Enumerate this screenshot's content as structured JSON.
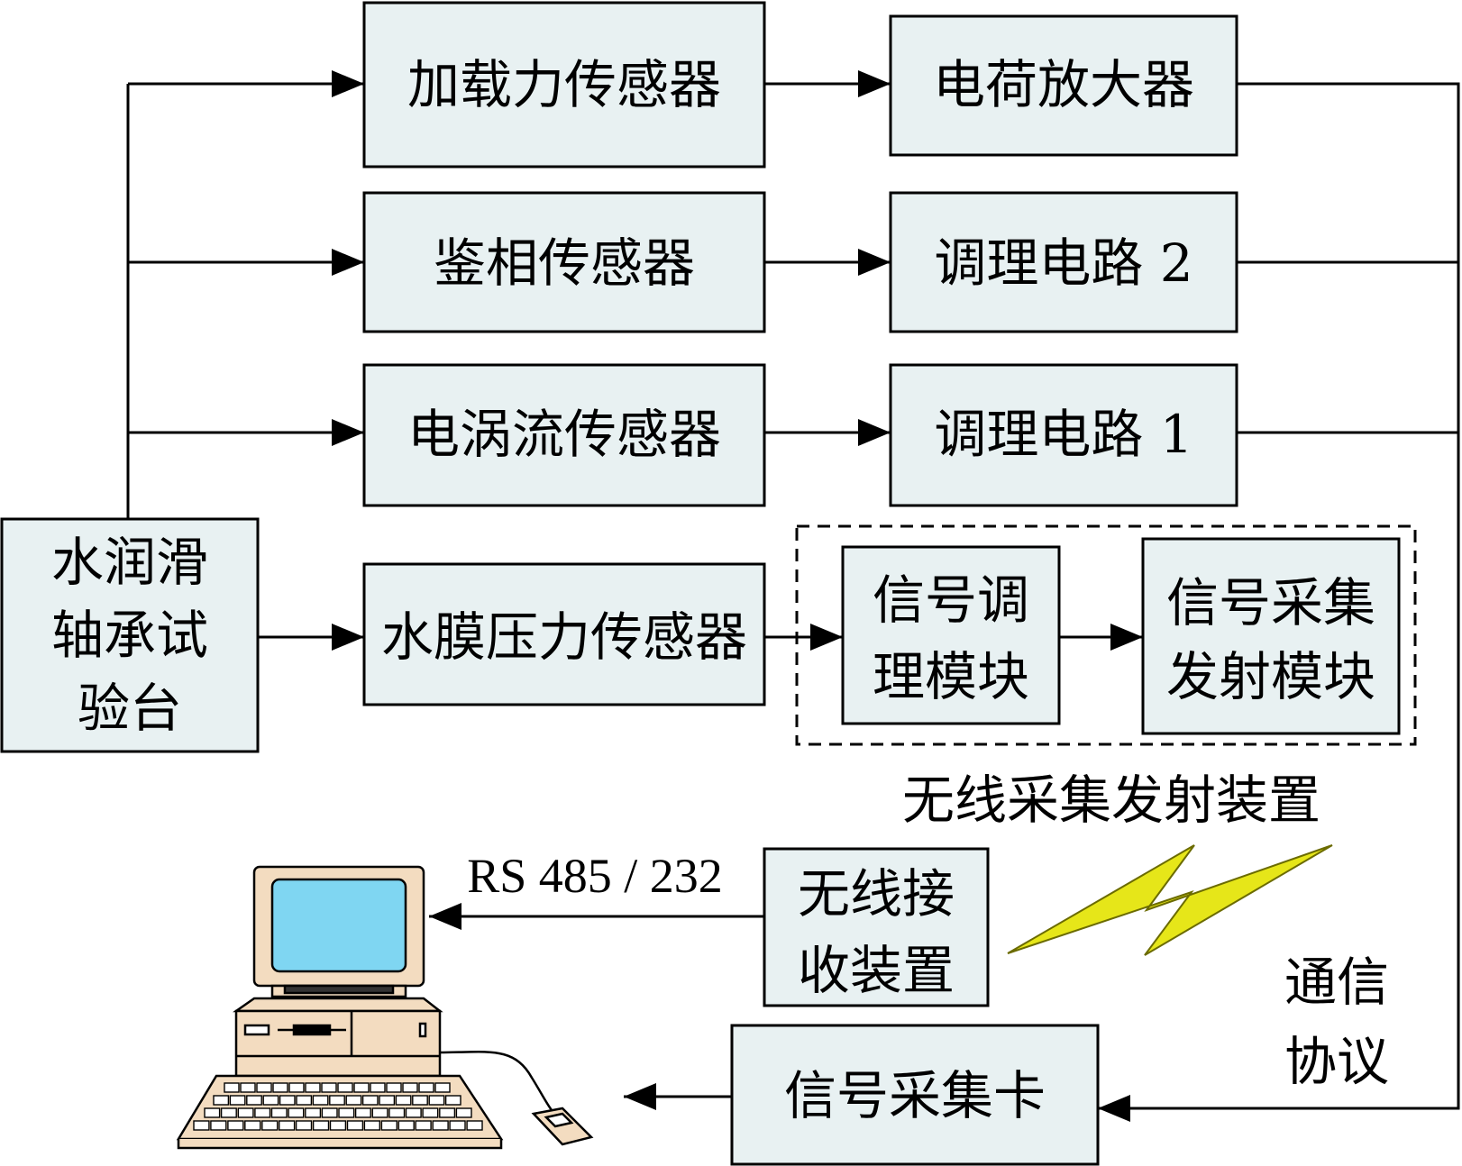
{
  "nodes": {
    "test_bench": [
      "水润滑",
      "轴承试",
      "验台"
    ],
    "load_sensor": "加载力传感器",
    "phase_sensor": "鉴相传感器",
    "eddy_sensor": "电涡流传感器",
    "film_sensor": "水膜压力传感器",
    "charge_amp": "电荷放大器",
    "cond_circuit_2": "调理电路 2",
    "cond_circuit_1": "调理电路 1",
    "signal_cond_module": [
      "信号调",
      "理模块"
    ],
    "signal_tx_module": [
      "信号采集",
      "发射模块"
    ],
    "wireless_device_label": "无线采集发射装置",
    "wireless_receiver": [
      "无线接",
      "收装置"
    ],
    "daq_card": "信号采集卡"
  },
  "edge_labels": {
    "serial": "RS 485 / 232",
    "protocol": [
      "通信",
      "协议"
    ]
  },
  "colors": {
    "box_fill": "#e8f1f2",
    "lightning": "#e6e619",
    "screen": "#7fd6f2",
    "computer_body": "#f3dcc0"
  }
}
